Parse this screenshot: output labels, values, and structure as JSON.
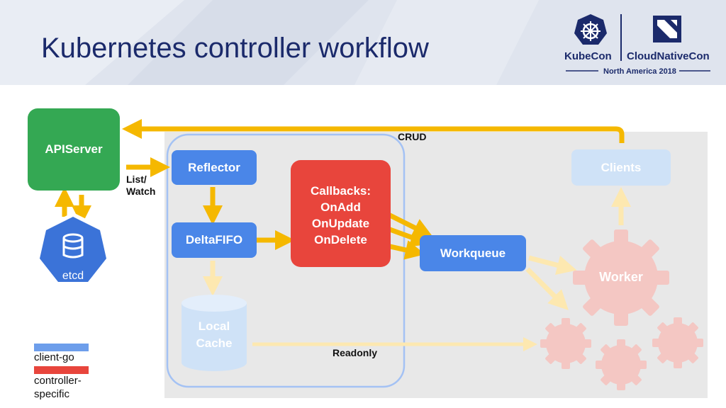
{
  "title": "Kubernetes controller workflow",
  "logo": {
    "kubecon": "KubeCon",
    "cloudnativecon": "CloudNativeCon",
    "event": "North America 2018"
  },
  "nodes": {
    "apiserver": "APIServer",
    "etcd": "etcd",
    "reflector": "Reflector",
    "deltafifo": "DeltaFIFO",
    "local_cache": [
      "Local",
      "Cache"
    ],
    "callbacks": [
      "Callbacks:",
      "OnAdd",
      "OnUpdate",
      "OnDelete"
    ],
    "workqueue": "Workqueue",
    "clients": "Clients",
    "worker": "Worker"
  },
  "edge_labels": {
    "crud": "CRUD",
    "list_watch": [
      "List/",
      "Watch"
    ],
    "readonly": "Readonly"
  },
  "legend": {
    "client_go": "client-go",
    "controller_specific": [
      "controller-",
      "specific"
    ]
  },
  "colors": {
    "client_go": "#4a86e8",
    "controller_specific": "#e8453c",
    "apiserver": "#34a853",
    "arrow": "#f5b800",
    "title": "#1b2a6b"
  }
}
